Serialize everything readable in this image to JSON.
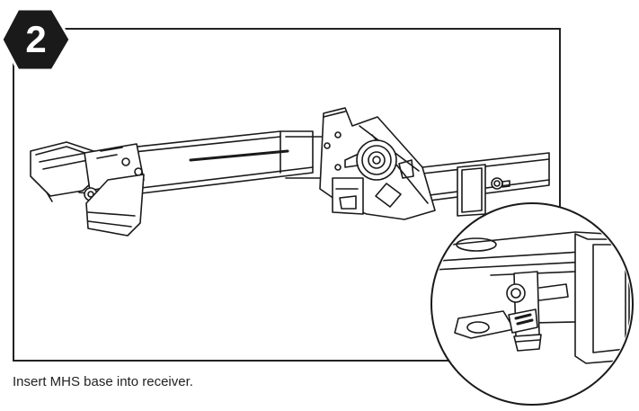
{
  "step": {
    "number": "2",
    "caption": "Insert MHS base into receiver."
  },
  "illustration": {
    "main_view": "mhs-base-inserted-into-hitch-receiver",
    "detail_view": "receiver-pin-lock-closeup",
    "line_color": "#1a1a1a"
  }
}
